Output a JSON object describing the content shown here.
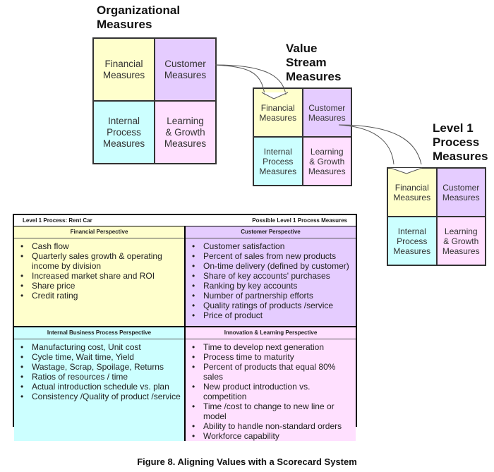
{
  "diagram": {
    "organizational": {
      "title": "Organizational\nMeasures",
      "cells": [
        "Financial\nMeasures",
        "Customer\nMeasures",
        "Internal\nProcess\nMeasures",
        "Learning\n& Growth\nMeasures"
      ]
    },
    "value_stream": {
      "title": "Value\nStream\nMeasures",
      "cells": [
        "Financial\nMeasures",
        "Customer\nMeasures",
        "Internal\nProcess\nMeasures",
        "Learning\n& Growth\nMeasures"
      ]
    },
    "level1": {
      "title": "Level 1\nProcess\nMeasures",
      "cells": [
        "Financial\nMeasures",
        "Customer\nMeasures",
        "Internal\nProcess\nMeasures",
        "Learning\n& Growth\nMeasures"
      ]
    },
    "colors": {
      "financial": "#ffffcc",
      "customer": "#e5ccff",
      "internal": "#ccffff",
      "learning": "#ffe0ff"
    }
  },
  "table": {
    "header_left": "Level 1 Process:  Rent Car",
    "header_right": "Possible Level 1 Process Measures",
    "quadrants": [
      {
        "heading": "Financial Perspective",
        "items": [
          "Cash flow",
          "Quarterly sales growth & operating\n income by division",
          "Increased market share and ROI",
          "Share price",
          "Credit rating"
        ]
      },
      {
        "heading": "Customer Perspective",
        "items": [
          "Customer satisfaction",
          "Percent of sales from new products",
          "On-time delivery (defined by customer)",
          "Share of key accounts' purchases",
          "Ranking by key accounts",
          "Number of partnership efforts",
          "Quality ratings of products /service",
          "Price of product"
        ]
      },
      {
        "heading": "Internal Business Process Perspective",
        "items": [
          "Manufacturing cost, Unit cost",
          "Cycle time, Wait time, Yield",
          "Wastage, Scrap, Spoilage, Returns",
          "Ratios of resources / time",
          "Actual introduction schedule vs. plan",
          "Consistency /Quality of product /service"
        ]
      },
      {
        "heading": "Innovation & Learning Perspective",
        "items": [
          "Time to develop next generation",
          "Process time to maturity",
          "Percent of products that equal 80% sales",
          "New product introduction vs. competition",
          "Time /cost to change to new line or model",
          "Ability to handle non-standard orders",
          "Workforce capability"
        ]
      }
    ]
  },
  "caption": "Figure 8.  Aligning Values with a Scorecard System"
}
